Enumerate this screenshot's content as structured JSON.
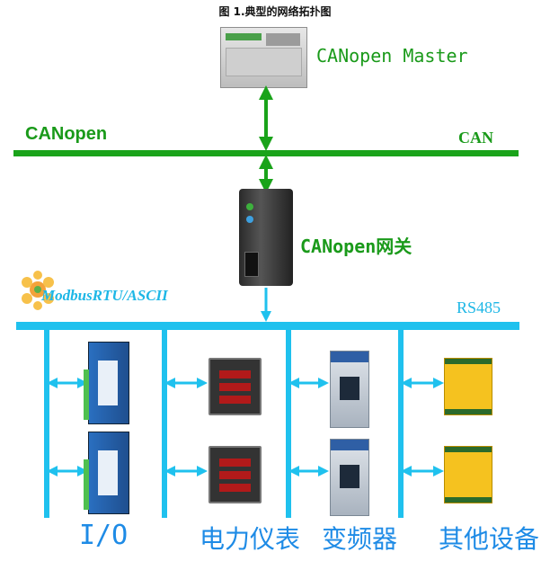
{
  "figure": {
    "title": "图 1.典型的网络拓扑图"
  },
  "devices": {
    "master_label": "CANopen Master",
    "gateway_label": "CANopen网关"
  },
  "buses": {
    "canopen_logo": "CANopen",
    "can_label": "CAN",
    "modbus_label": "ModbusRTU/ASCII",
    "rs485_label": "RS485"
  },
  "categories": [
    {
      "label": "I/O"
    },
    {
      "label": "电力仪表"
    },
    {
      "label": "变频器"
    },
    {
      "label": "其他设备"
    }
  ],
  "colors": {
    "can_bus": "#1aa31a",
    "rs485_bus": "#1fc1ee",
    "label_blue": "#1e8be6"
  }
}
